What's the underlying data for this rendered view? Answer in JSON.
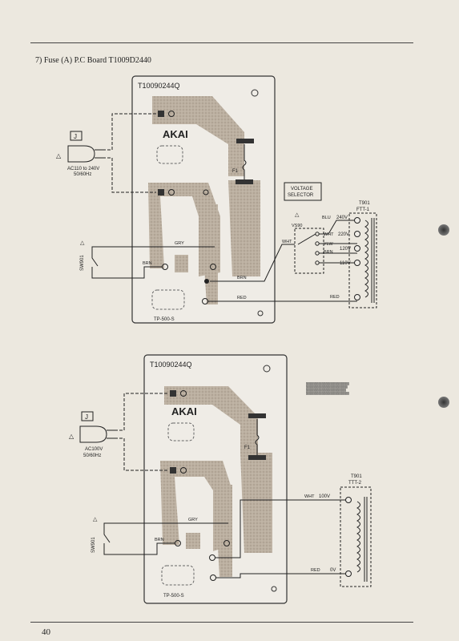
{
  "page": {
    "title": "7) Fuse (A) P.C Board T1009D2440",
    "page_number": "40"
  },
  "top_board": {
    "board_code": "T10090244Q",
    "logo": "AKAI",
    "ref": "TP-500-S",
    "connector": "J",
    "ac_input": [
      "AC110 to 240V",
      "50/60Hz"
    ],
    "switch": "SW901",
    "wires": [
      "GRY",
      "BRN",
      "BRN",
      "RED"
    ],
    "fuse": "F1",
    "voltage_selector": [
      "VOLTAGE",
      "SELECTOR"
    ],
    "selector_ref": "VS90",
    "selector_wires": [
      "WHT",
      "WHT",
      "YLW",
      "BRN"
    ],
    "taps": [
      "240V",
      "220V",
      "120V",
      "110V"
    ],
    "tap_wire": "BLU",
    "transformer": [
      "T901",
      "FTT-1"
    ]
  },
  "bottom_board": {
    "board_code": "T10090244Q",
    "logo": "AKAI",
    "ref": "TP-500-S",
    "connector": "J",
    "ac_input": [
      "AC100V",
      "50/60Hz"
    ],
    "switch": "SW901",
    "wires": [
      "GRY",
      "BRN",
      "WHT",
      "RED"
    ],
    "taps": [
      "100V",
      "0V"
    ],
    "fuse": "F1",
    "transformer": [
      "T901",
      "TTT-2"
    ]
  },
  "colors": {
    "paper": "#ece8df",
    "copper": "#b7ab9c",
    "ink": "#222222"
  }
}
